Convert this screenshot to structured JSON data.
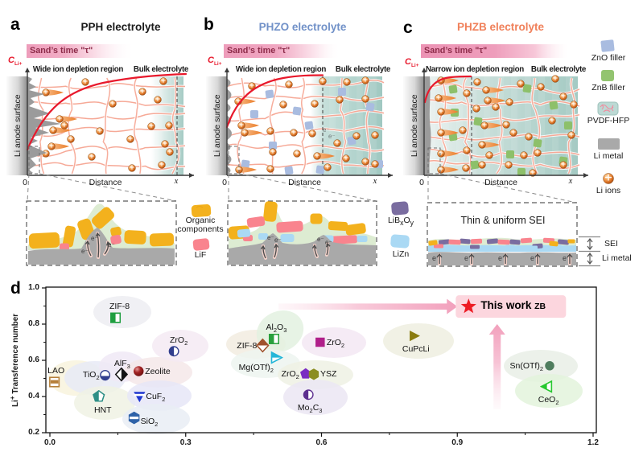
{
  "figure": {
    "background": "#ffffff",
    "accent_colors": {
      "red_curve": "#e8192c",
      "sand_pink": "#ee9dbb",
      "sand_text": "#8e2c4a",
      "teal_bulk": "#a9cfc8",
      "ion_orange": "#e0762c",
      "polymer_salmon": "#f59a85"
    },
    "panels": [
      {
        "id": "a",
        "label": "a",
        "title": "PPH electrolyte",
        "title_color": "#1a1a1a",
        "sand_label": "Sand’s time \"τ\"",
        "conc_main": "C",
        "conc_sub": "Li+",
        "anode_label": "Li anode surface",
        "depletion_label": "Wide ion depletion region",
        "bulk_label": "Bulk electrolyte",
        "origin_label": "0",
        "x_axis_label": "Distance",
        "x_end_label": "x",
        "filler": null,
        "ions": [
          [
            106,
            102,
            0
          ],
          [
            177,
            114,
            0
          ],
          [
            203,
            101,
            0
          ],
          [
            140,
            129,
            0
          ],
          [
            196,
            124,
            0
          ],
          [
            57,
            115,
            1
          ],
          [
            74,
            148,
            1
          ],
          [
            88,
            173,
            0
          ],
          [
            66,
            162,
            1
          ],
          [
            80,
            156,
            0
          ],
          [
            188,
            157,
            0
          ],
          [
            210,
            156,
            0
          ],
          [
            162,
            173,
            0
          ],
          [
            205,
            179,
            0
          ],
          [
            64,
            182,
            1
          ],
          [
            57,
            191,
            0
          ],
          [
            114,
            195,
            0
          ],
          [
            211,
            189,
            0
          ],
          [
            201,
            205,
            0
          ],
          [
            164,
            209,
            0
          ],
          [
            124,
            163,
            0
          ]
        ],
        "squares": []
      },
      {
        "id": "b",
        "label": "b",
        "title": "PHZO electrolyte",
        "title_color": "#7191c8",
        "sand_label": "Sand’s time \"τ\"",
        "conc_main": "C",
        "conc_sub": "Li+",
        "anode_label": "Li anode surface",
        "depletion_label": "Wide ion depletion region",
        "bulk_label": "Bulk electrolyte",
        "origin_label": "0",
        "x_axis_label": "Distance",
        "x_end_label": "x",
        "electron_labels": [
          "e⁻",
          "e⁻"
        ],
        "filler": "ZnO",
        "ions": [
          [
            313,
            107,
            0
          ],
          [
            359,
            105,
            0
          ],
          [
            401,
            101,
            0
          ],
          [
            431,
            102,
            0
          ],
          [
            454,
            100,
            0
          ],
          [
            296,
            126,
            1
          ],
          [
            352,
            130,
            0
          ],
          [
            391,
            129,
            0
          ],
          [
            422,
            124,
            0
          ],
          [
            454,
            123,
            0
          ],
          [
            300,
            156,
            1
          ],
          [
            304,
            165,
            1
          ],
          [
            336,
            163,
            0
          ],
          [
            365,
            165,
            0
          ],
          [
            388,
            166,
            0
          ],
          [
            419,
            178,
            0
          ],
          [
            443,
            169,
            0
          ],
          [
            466,
            168,
            0
          ],
          [
            339,
            189,
            0
          ],
          [
            369,
            191,
            0
          ],
          [
            394,
            194,
            1
          ],
          [
            430,
            197,
            0
          ],
          [
            454,
            201,
            0
          ],
          [
            297,
            211,
            1
          ],
          [
            336,
            210,
            0
          ],
          [
            407,
            208,
            0
          ],
          [
            466,
            204,
            0
          ]
        ],
        "squares": [
          [
            335,
            117
          ],
          [
            316,
            142
          ],
          [
            369,
            138
          ],
          [
            384,
            156
          ],
          [
            339,
            181
          ],
          [
            305,
            204
          ],
          [
            359,
            212
          ],
          [
            425,
            114
          ],
          [
            460,
            133
          ],
          [
            437,
            175
          ],
          [
            471,
            204
          ],
          [
            398,
            211
          ]
        ]
      },
      {
        "id": "c",
        "label": "c",
        "title": "PHZB electrolyte",
        "title_color": "#f0805a",
        "sand_label": "Sand’s time \"τ\"",
        "conc_main": "C",
        "conc_sub": "Li+",
        "anode_label": "Li anode surface",
        "depletion_label": "Narrow ion depletion region",
        "bulk_label": "Bulk electrolyte",
        "origin_label": "0",
        "x_axis_label": "Distance",
        "x_end_label": "x",
        "filler": "ZnB",
        "ions": [
          [
            548,
            100,
            1
          ],
          [
            593,
            102,
            0
          ],
          [
            604,
            112,
            1
          ],
          [
            580,
            116,
            0
          ],
          [
            647,
            104,
            0
          ],
          [
            545,
            122,
            1
          ],
          [
            606,
            125,
            1
          ],
          [
            616,
            133,
            0
          ],
          [
            633,
            127,
            0
          ],
          [
            548,
            139,
            1
          ],
          [
            592,
            135,
            0
          ],
          [
            575,
            162,
            0
          ],
          [
            548,
            165,
            1
          ],
          [
            602,
            156,
            1
          ],
          [
            629,
            155,
            0
          ],
          [
            638,
            165,
            0
          ],
          [
            580,
            187,
            0
          ],
          [
            599,
            180,
            1
          ],
          [
            608,
            193,
            0
          ],
          [
            548,
            191,
            1
          ],
          [
            579,
            209,
            0
          ],
          [
            599,
            205,
            0
          ],
          [
            632,
            205,
            0
          ],
          [
            548,
            211,
            1
          ],
          [
            651,
            193,
            0
          ],
          [
            657,
            170,
            0
          ],
          [
            672,
            108,
            0
          ],
          [
            700,
            120,
            0
          ],
          [
            686,
            150,
            0
          ],
          [
            710,
            168,
            0
          ],
          [
            668,
            190,
            0
          ],
          [
            700,
            205,
            0
          ],
          [
            690,
            98,
            0
          ],
          [
            713,
            130,
            0
          ],
          [
            662,
            215,
            0
          ]
        ],
        "squares": [
          [
            563,
            111
          ],
          [
            565,
            140
          ],
          [
            594,
            151
          ],
          [
            563,
            170
          ],
          [
            634,
            192
          ],
          [
            655,
            110
          ],
          [
            688,
            131
          ],
          [
            706,
            156
          ],
          [
            668,
            178
          ],
          [
            590,
            205
          ],
          [
            648,
            214
          ],
          [
            700,
            200
          ]
        ]
      }
    ],
    "side_legend": {
      "items": [
        {
          "label": "ZnO filler",
          "icon": "zno-filler",
          "color": "#a9bce0"
        },
        {
          "label": "ZnB filler",
          "icon": "znb-filler",
          "color": "#93c470"
        },
        {
          "label": "PVDF-HFP",
          "icon": "pvdf-hfp",
          "color": "#bcd9d4"
        },
        {
          "label": "Li metal",
          "icon": "li-metal",
          "color": "#a9a9a9"
        },
        {
          "label": "Li ions",
          "icon": "li-ion",
          "color": "#e0762c"
        }
      ]
    },
    "sei_legend_organic": {
      "items": [
        {
          "label": "Organic components",
          "color": "#f3b11d"
        },
        {
          "label": "LiF",
          "color": "#f9848e"
        }
      ]
    },
    "sei_legend_inorganic": {
      "items": [
        {
          "label": "LiB_xO_y",
          "color": "#7a6da0"
        },
        {
          "label": "LiZn",
          "color": "#aad9f4"
        }
      ]
    },
    "insets": {
      "electron_label": "e⁻",
      "c_caption": "Thin & uniform SEI",
      "c_electron_label": "e",
      "c_right_labels": [
        "SEI",
        "Li metal"
      ]
    }
  },
  "chart_data": {
    "type": "scatter",
    "panel_label": "d",
    "title": "",
    "xlabel": "",
    "ylabel": "Li^+ Transference number",
    "xlim": [
      0,
      1.2
    ],
    "ylim": [
      0.2,
      1.0
    ],
    "x_ticks": [
      "0.0",
      "0.3",
      "0.6",
      "0.9",
      "1.2"
    ],
    "y_ticks": [
      "0.2",
      "0.4",
      "0.6",
      "0.8",
      "1.0"
    ],
    "grid": false,
    "legend_position": "none",
    "points": [
      {
        "name": "LAO",
        "label": "LAO",
        "x": 0.01,
        "y": 0.48,
        "marker": "square-band",
        "color": "#b5803a",
        "lpos": "above",
        "ldx": 2,
        "ldy": -13,
        "ell": [
          95,
          470,
          35,
          22,
          "#f8f3dd",
          0
        ]
      },
      {
        "name": "TiO2",
        "label": "TiO_2",
        "x": 0.122,
        "y": 0.518,
        "marker": "circle-half-bottom",
        "color": "#323f8e",
        "lpos": "left",
        "ldx": -7,
        "ldy": 1,
        "ell": [
          118,
          470,
          38,
          21,
          "#e7eaf6",
          0
        ]
      },
      {
        "name": "AlF3",
        "label": "AlF_3",
        "x": 0.158,
        "y": 0.522,
        "marker": "diamond-half",
        "color": "#141414",
        "lpos": "above",
        "ldx": 1,
        "ldy": -13,
        "ell": [
          152,
          456,
          29,
          19,
          "#f0e9f6",
          0
        ]
      },
      {
        "name": "Zeolite",
        "label": "Zeolite",
        "x": 0.196,
        "y": 0.54,
        "marker": "sphere",
        "color": "#8c1a1c",
        "lpos": "right",
        "ldx": 8,
        "ldy": 1,
        "ell": [
          196,
          463,
          43,
          19,
          "#f5e7e9",
          0
        ]
      },
      {
        "name": "ZIF-8",
        "label": "ZIF-8",
        "x": 0.145,
        "y": 0.835,
        "marker": "square-half",
        "color": "#1f9e40",
        "lpos": "above",
        "ldx": 5,
        "ldy": -13,
        "ell": [
          152,
          388,
          36,
          20,
          "#ededf2",
          0
        ]
      },
      {
        "name": "ZrO2-a",
        "label": "ZrO_2",
        "x": 0.274,
        "y": 0.65,
        "marker": "circle-half-left",
        "color": "#323f8e",
        "lpos": "above",
        "ldx": 6,
        "ldy": -13,
        "ell": [
          224,
          430,
          35,
          20,
          "#f4eaf3",
          0
        ]
      },
      {
        "name": "HNT",
        "label": "HNT",
        "x": 0.108,
        "y": 0.4,
        "marker": "pentagon-half",
        "color": "#2e8f86",
        "lpos": "below",
        "ldx": 5,
        "ldy": 18,
        "ell": [
          130,
          501,
          38,
          21,
          "#f0f2e4",
          0
        ]
      },
      {
        "name": "CuF2",
        "label": "CuF_2",
        "x": 0.198,
        "y": 0.4,
        "marker": "triangle-down-band",
        "color": "#2037cf",
        "lpos": "right",
        "ldx": 8,
        "ldy": 1,
        "ell": [
          198,
          492,
          40,
          19,
          "#e6e6f7",
          0
        ]
      },
      {
        "name": "SiO2",
        "label": "SiO_2",
        "x": 0.186,
        "y": 0.282,
        "marker": "hexagon-band",
        "color": "#2e62a8",
        "lpos": "right",
        "ldx": 8,
        "ldy": 5,
        "ell": [
          194,
          521,
          42,
          19,
          "#e9edf5",
          0
        ]
      },
      {
        "name": "ZIF-8-b",
        "label": "ZIF-8",
        "x": 0.47,
        "y": 0.682,
        "marker": "diamond-half-top",
        "color": "#a0522d",
        "lpos": "left",
        "ldx": -7,
        "ldy": 1,
        "ell": [
          318,
          428,
          37,
          18,
          "#f2ece0",
          0
        ]
      },
      {
        "name": "Al2O3",
        "label": "Al_2O_3",
        "x": 0.495,
        "y": 0.718,
        "marker": "square-half",
        "color": "#28a03c",
        "lpos": "above",
        "ldx": 3,
        "ldy": -13,
        "ell": [
          348,
          412,
          30,
          25,
          "#e3f1e1",
          -25
        ]
      },
      {
        "name": "MgOTf2",
        "label": "Mg(OTf)_2",
        "x": 0.5,
        "y": 0.615,
        "marker": "triangle-right-half",
        "color": "#25b6d8",
        "lpos": "below",
        "ldx": -25,
        "ldy": 13,
        "ell": [
          330,
          452,
          43,
          18,
          "#edf5f0",
          0
        ]
      },
      {
        "name": "ZrO2-b",
        "label": "ZrO_2",
        "x": 0.597,
        "y": 0.7,
        "marker": "square",
        "color": "#b01f8a",
        "lpos": "right",
        "ldx": 8,
        "ldy": 1,
        "ell": [
          415,
          426,
          40,
          19,
          "#f3e8f3",
          0
        ]
      },
      {
        "name": "ZrO2-c",
        "label": "ZrO_2",
        "x": 0.565,
        "y": 0.525,
        "marker": "pentagon",
        "color": "#7a2dc2",
        "lpos": "left",
        "ldx": -8,
        "ldy": 1,
        "ell": [
          392,
          466,
          47,
          18,
          "#eef1e4",
          0
        ]
      },
      {
        "name": "YSZ",
        "label": "YSZ",
        "x": 0.583,
        "y": 0.523,
        "marker": "hexagon",
        "color": "#8b8d22",
        "lpos": "right",
        "ldx": 8,
        "ldy": 1,
        "ell": [
          0,
          0,
          0,
          0,
          "",
          0
        ]
      },
      {
        "name": "Mo2C3",
        "label": "Mo_2C_3",
        "x": 0.571,
        "y": 0.41,
        "marker": "circle-half-left",
        "color": "#5c2e8f",
        "lpos": "below",
        "ldx": 2,
        "ldy": 17,
        "ell": [
          392,
          494,
          40,
          22,
          "#ebe6f3",
          0
        ]
      },
      {
        "name": "CuPcLi",
        "label": "CuPcLi",
        "x": 0.805,
        "y": 0.735,
        "marker": "triangle-right",
        "color": "#8a7c10",
        "lpos": "below",
        "ldx": 2,
        "ldy": 17,
        "ell": [
          520,
          424,
          44,
          22,
          "#efeee0",
          0
        ]
      },
      {
        "name": "SnOTf2",
        "label": "Sn(OTf)_2",
        "x": 1.104,
        "y": 0.57,
        "marker": "circle",
        "color": "#4f7d5e",
        "lpos": "left",
        "ldx": -8,
        "ldy": 1,
        "ell": [
          672,
          455,
          46,
          20,
          "#e9eee6",
          0
        ]
      },
      {
        "name": "CeO2",
        "label": "CeO_2",
        "x": 1.098,
        "y": 0.455,
        "marker": "triangle-left-half",
        "color": "#27c82f",
        "lpos": "below",
        "ldx": 2,
        "ldy": 17,
        "ell": [
          682,
          486,
          42,
          21,
          "#e3f3dc",
          0
        ]
      }
    ],
    "highlight": {
      "label": "This work",
      "suffix": "ZB",
      "x": 0.925,
      "y": 0.897,
      "marker": "star",
      "star_color": "#ed1c24",
      "box_color": "#fcd6de"
    },
    "annotations": {
      "horizontal_arrow": {
        "from_x": 0.505,
        "to_x": 0.9,
        "at_y": 0.897,
        "color": "#f2a3bd"
      },
      "vertical_arrow": {
        "at_x": 0.988,
        "from_y": 0.33,
        "to_y": 0.8,
        "color": "#f2a3bd"
      }
    }
  }
}
